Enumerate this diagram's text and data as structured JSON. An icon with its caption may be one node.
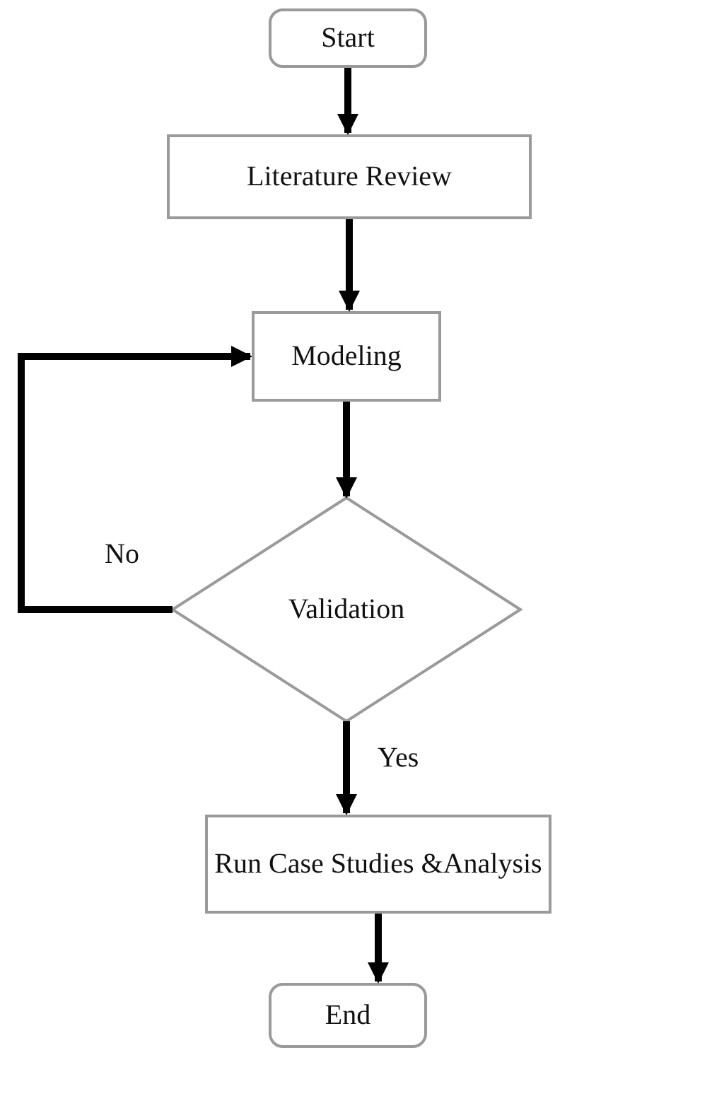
{
  "diagram": {
    "nodes": [
      {
        "text": [
          "Start"
        ]
      },
      {
        "text": [
          "Literature Review"
        ]
      },
      {
        "text": [
          "Modeling"
        ]
      },
      {
        "text": [
          "Validation"
        ]
      },
      {
        "text": [
          "Run Case Studies &Analysis"
        ]
      },
      {
        "text": [
          "End"
        ]
      }
    ],
    "edges": [
      {
        "from": 0,
        "to": 1,
        "arrow": "to"
      },
      {
        "from": 1,
        "to": 2,
        "arrow": "to"
      },
      {
        "from": 2,
        "to": 3,
        "arrow": "to"
      },
      {
        "from": 3,
        "to": 2,
        "arrow": "to",
        "label": "No"
      },
      {
        "from": 3,
        "to": 4,
        "arrow": "to",
        "label": "Yes"
      },
      {
        "from": 4,
        "to": 5,
        "arrow": "to"
      }
    ]
  }
}
